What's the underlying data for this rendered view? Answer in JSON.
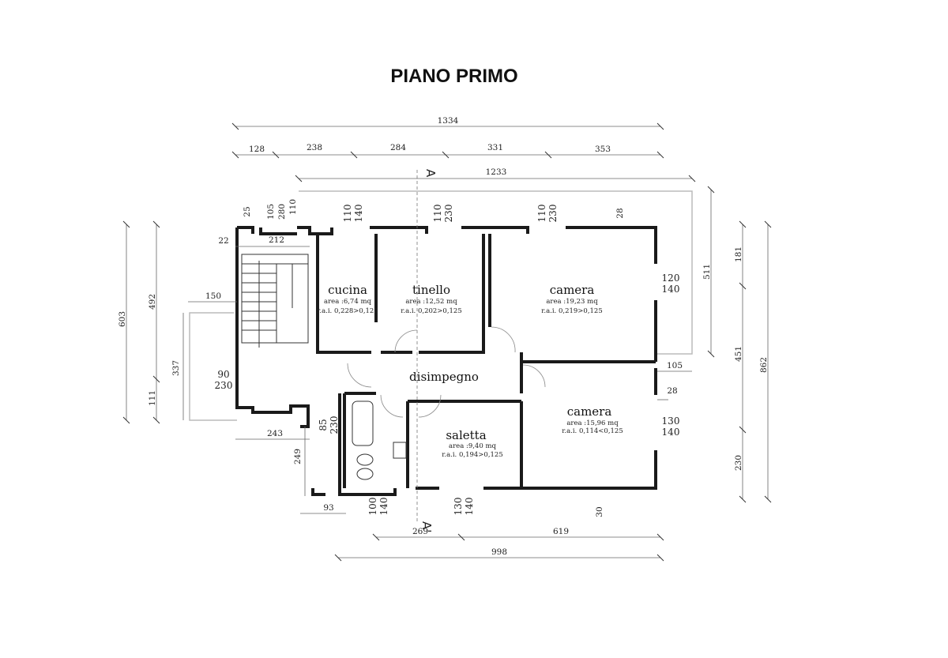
{
  "title": "PIANO PRIMO",
  "rooms": {
    "cucina": {
      "name": "cucina",
      "area": "area :6,74 mq",
      "rai": "r.a.i. 0,228>0,125"
    },
    "tinello": {
      "name": "tinello",
      "area": "area :12,52 mq",
      "rai": "r.a.i. 0,202>0,125"
    },
    "camera1": {
      "name": "camera",
      "area": "area :19,23 mq",
      "rai": "r.a.i. 0,219>0,125"
    },
    "disimpegno": {
      "name": "disimpegno"
    },
    "camera2": {
      "name": "camera",
      "area": "area :15,96 mq",
      "rai": "r.a.i. 0,114<0,125"
    },
    "saletta": {
      "name": "saletta",
      "area": "area :9,40 mq",
      "rai": "r.a.i. 0,194>0,125"
    }
  },
  "section": {
    "top": "A",
    "bottom": "A'"
  },
  "dims": {
    "total_top": "1334",
    "seg_128": "128",
    "seg_238": "238",
    "seg_284": "284",
    "seg_331": "331",
    "seg_353": "353",
    "inner_1233": "1233",
    "d25": "25",
    "d105": "105",
    "d280": "280",
    "d110": "110",
    "d22": "22",
    "d212": "212",
    "cucina_top_a": "110",
    "cucina_top_b": "140",
    "tinello_top_a": "110",
    "tinello_top_b": "230",
    "camera_top_a": "110",
    "camera_top_b": "230",
    "d28_top": "28",
    "right_120": "120",
    "right_140": "140",
    "d511": "511",
    "d181": "181",
    "d603": "603",
    "d492": "492",
    "d150": "150",
    "d337": "337",
    "d111": "111",
    "left_90": "90",
    "left_230": "230",
    "d243": "243",
    "d85": "85",
    "d230b": "230",
    "d249": "249",
    "d105r": "105",
    "d28r": "28",
    "right2_130": "130",
    "right2_140": "140",
    "d451": "451",
    "d862": "862",
    "d230r": "230",
    "d93": "93",
    "bot_100": "100",
    "bot_140": "140",
    "bot2_130": "130",
    "bot2_140": "140",
    "d30": "30",
    "d269": "269",
    "d619": "619",
    "d998": "998"
  }
}
